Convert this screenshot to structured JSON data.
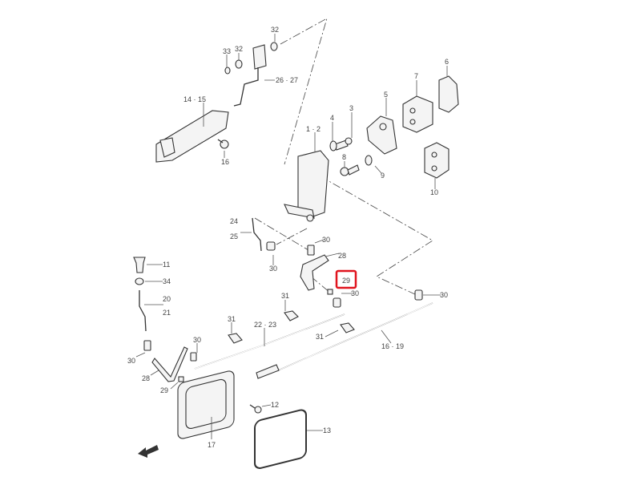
{
  "diagram": {
    "callouts": {
      "c32a": "32",
      "c33": "33",
      "c32b": "32",
      "c26_27": "26 · 27",
      "c14_15": "14 · 15",
      "c16": "16",
      "c1_2": "1 · 2",
      "c4": "4",
      "c3": "3",
      "c5": "5",
      "c7": "7",
      "c6": "6",
      "c8": "8",
      "c9": "9",
      "c10": "10",
      "c24": "24",
      "c25": "25",
      "c30a": "30",
      "c30b": "30",
      "c28a": "28",
      "c29a": "29",
      "c30c": "30",
      "c30d": "30",
      "c11": "11",
      "c34": "34",
      "c20": "20",
      "c21": "21",
      "c31a": "31",
      "c31b": "31",
      "c22_23": "22 · 23",
      "c31c": "31",
      "c16_19": "16 · 19",
      "c30e": "30",
      "c30f": "30",
      "c28b": "28",
      "c29b": "29",
      "c12": "12",
      "c13": "13",
      "c17": "17"
    },
    "highlighted_part": "29",
    "highlight_color": "#e0141e",
    "front_arrow_icon": "front-direction-arrow-icon"
  }
}
